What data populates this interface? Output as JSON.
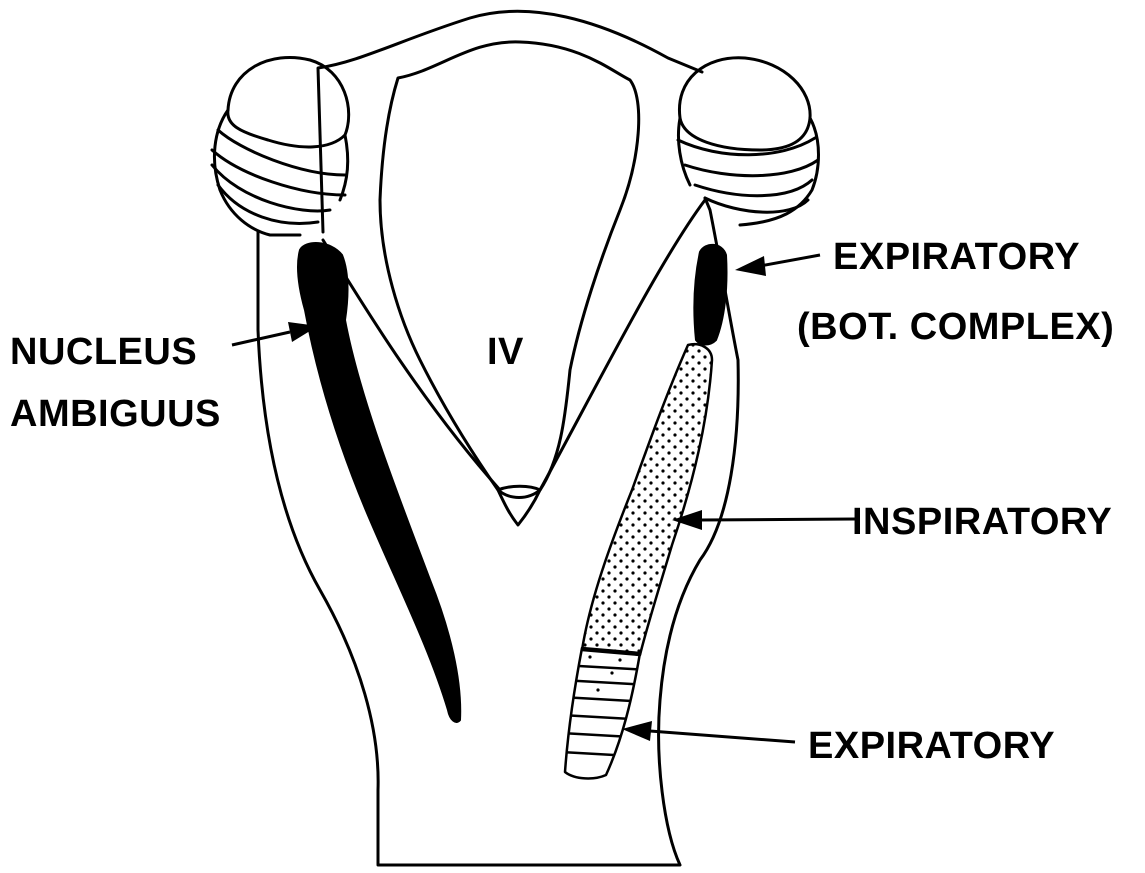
{
  "diagram": {
    "ventricle_label": "IV",
    "labels": {
      "nucleus_line1": "NUCLEUS",
      "nucleus_line2": "AMBIGUUS",
      "expiratory_bot_line1": "EXPIRATORY",
      "expiratory_bot_line2": "(BOT. COMPLEX)",
      "inspiratory": "INSPIRATORY",
      "expiratory_lower": "EXPIRATORY"
    },
    "colors": {
      "ink": "#000000",
      "background": "#ffffff"
    }
  }
}
